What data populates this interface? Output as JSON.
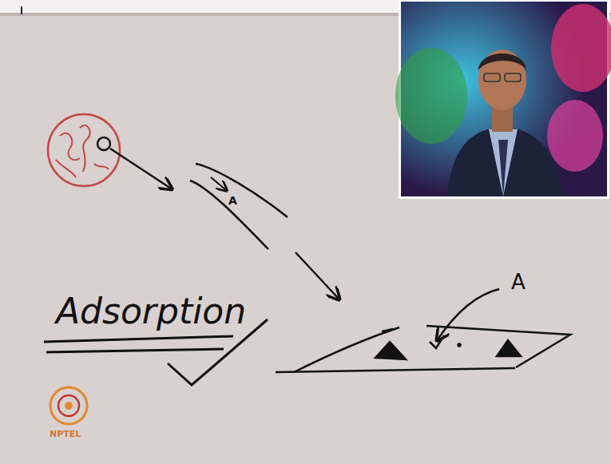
{
  "diagram": {
    "labels": [
      "A",
      "A",
      "Adsorption",
      "NPTEL"
    ]
  }
}
